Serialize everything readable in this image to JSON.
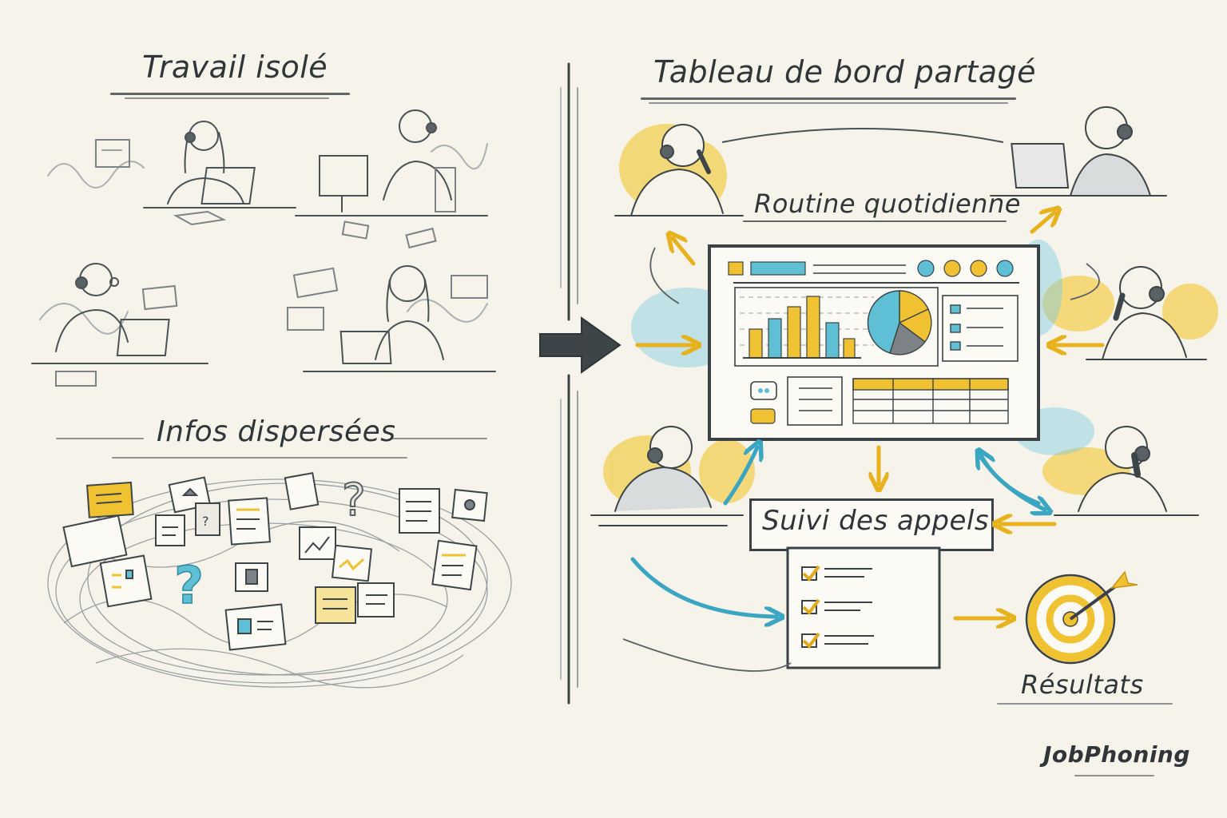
{
  "left_panel": {
    "title": "Travail isolé",
    "subtitle": "Infos dispersées",
    "workers": [
      {
        "role": "agent-woman-headset-laptop"
      },
      {
        "role": "agent-man-headset-monitor"
      },
      {
        "role": "agent-man-glasses-laptop"
      },
      {
        "role": "agent-woman-laptop"
      }
    ],
    "scattered_items": [
      "note-yellow",
      "doc-photo",
      "doc-question",
      "doc-lines",
      "doc-chart-up",
      "doc-heart",
      "question-mark-blue",
      "question-mark-grey",
      "doc-graph-yellow",
      "doc-lines-yellow",
      "doc-image-blue"
    ]
  },
  "transition": {
    "arrow": "right-arrow"
  },
  "right_panel": {
    "title": "Tableau de bord partagé",
    "routine_label": "Routine quotidienne",
    "tracking_label": "Suivi des appels",
    "results_label": "Résultats",
    "dashboard": {
      "bar_values": [
        38,
        52,
        66,
        80,
        46,
        24
      ],
      "bar_colors": [
        "#f0c232",
        "#5fbfd4",
        "#f0c232",
        "#f0c232",
        "#5fbfd4",
        "#f0c232"
      ],
      "pie_slices": [
        {
          "color": "#5fbfd4",
          "pct": 45
        },
        {
          "color": "#f0c232",
          "pct": 20
        },
        {
          "color": "#f0c232",
          "pct": 15
        },
        {
          "color": "#7c8286",
          "pct": 20
        }
      ],
      "checklist_items": 3,
      "table_columns": 4,
      "table_rows": 3,
      "header_dots": [
        "#5fbfd4",
        "#f0c232",
        "#f0c232",
        "#5fbfd4"
      ]
    },
    "checklist_items": 3
  },
  "brand": {
    "logo": "JobPhoning"
  },
  "colors": {
    "paper": "#f6f3ea",
    "ink": "#2f3538",
    "yellow": "#f0c232",
    "blue": "#5fbfd4",
    "grey": "#7c8286"
  }
}
